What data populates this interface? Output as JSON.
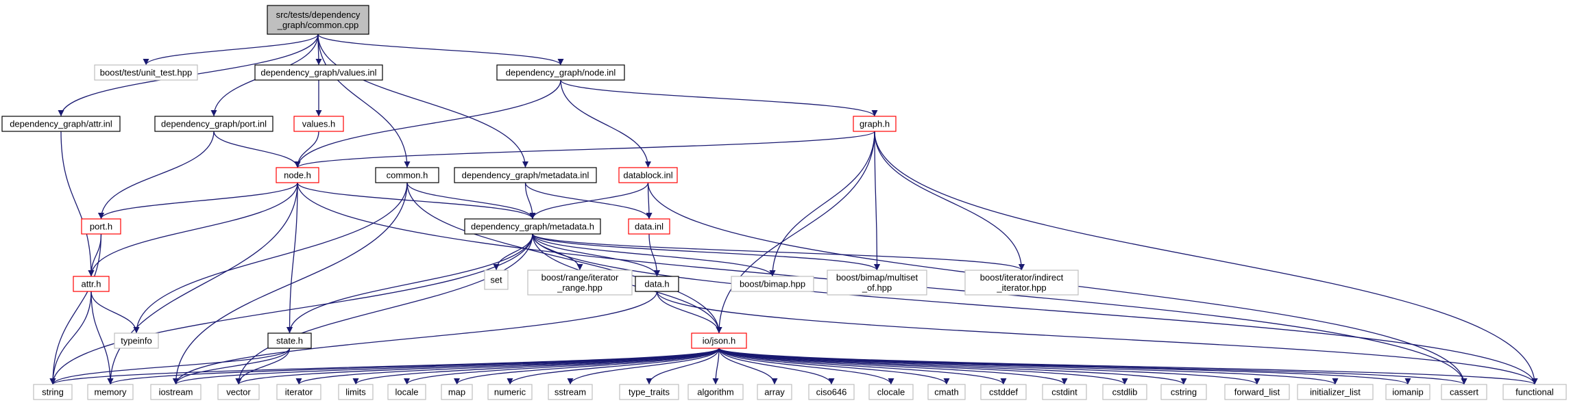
{
  "graph": {
    "nodes": [
      {
        "id": "root",
        "label": [
          "src/tests/dependency",
          "_graph/common.cpp"
        ],
        "style": "root"
      },
      {
        "id": "unit_test",
        "label": [
          "boost/test/unit_test.hpp"
        ],
        "style": "external"
      },
      {
        "id": "values_inl",
        "label": [
          "dependency_graph/values.inl"
        ],
        "style": "normal"
      },
      {
        "id": "node_inl",
        "label": [
          "dependency_graph/node.inl"
        ],
        "style": "normal"
      },
      {
        "id": "attr_inl",
        "label": [
          "dependency_graph/attr.inl"
        ],
        "style": "normal"
      },
      {
        "id": "port_inl",
        "label": [
          "dependency_graph/port.inl"
        ],
        "style": "normal"
      },
      {
        "id": "values_h",
        "label": [
          "values.h"
        ],
        "style": "truncated"
      },
      {
        "id": "graph_h",
        "label": [
          "graph.h"
        ],
        "style": "truncated"
      },
      {
        "id": "node_h",
        "label": [
          "node.h"
        ],
        "style": "truncated"
      },
      {
        "id": "common_h",
        "label": [
          "common.h"
        ],
        "style": "normal"
      },
      {
        "id": "metadata_inl",
        "label": [
          "dependency_graph/metadata.inl"
        ],
        "style": "normal"
      },
      {
        "id": "datablock_inl",
        "label": [
          "datablock.inl"
        ],
        "style": "truncated"
      },
      {
        "id": "port_h",
        "label": [
          "port.h"
        ],
        "style": "truncated"
      },
      {
        "id": "metadata_h",
        "label": [
          "dependency_graph/metadata.h"
        ],
        "style": "normal"
      },
      {
        "id": "data_inl",
        "label": [
          "data.inl"
        ],
        "style": "truncated"
      },
      {
        "id": "attr_h",
        "label": [
          "attr.h"
        ],
        "style": "truncated"
      },
      {
        "id": "set",
        "label": [
          "set"
        ],
        "style": "external"
      },
      {
        "id": "iterator_range",
        "label": [
          "boost/range/iterator",
          "_range.hpp"
        ],
        "style": "external"
      },
      {
        "id": "data_h",
        "label": [
          "data.h"
        ],
        "style": "normal"
      },
      {
        "id": "bimap",
        "label": [
          "boost/bimap.hpp"
        ],
        "style": "external"
      },
      {
        "id": "multiset_of",
        "label": [
          "boost/bimap/multiset",
          "_of.hpp"
        ],
        "style": "external"
      },
      {
        "id": "indirect_iterator",
        "label": [
          "boost/iterator/indirect",
          "_iterator.hpp"
        ],
        "style": "external"
      },
      {
        "id": "typeinfo",
        "label": [
          "typeinfo"
        ],
        "style": "external"
      },
      {
        "id": "state_h",
        "label": [
          "state.h"
        ],
        "style": "normal"
      },
      {
        "id": "json_h",
        "label": [
          "io/json.h"
        ],
        "style": "truncated"
      },
      {
        "id": "string",
        "label": [
          "string"
        ],
        "style": "external"
      },
      {
        "id": "memory",
        "label": [
          "memory"
        ],
        "style": "external"
      },
      {
        "id": "iostream",
        "label": [
          "iostream"
        ],
        "style": "external"
      },
      {
        "id": "vector",
        "label": [
          "vector"
        ],
        "style": "external"
      },
      {
        "id": "iterator",
        "label": [
          "iterator"
        ],
        "style": "external"
      },
      {
        "id": "limits",
        "label": [
          "limits"
        ],
        "style": "external"
      },
      {
        "id": "locale",
        "label": [
          "locale"
        ],
        "style": "external"
      },
      {
        "id": "map",
        "label": [
          "map"
        ],
        "style": "external"
      },
      {
        "id": "numeric",
        "label": [
          "numeric"
        ],
        "style": "external"
      },
      {
        "id": "sstream",
        "label": [
          "sstream"
        ],
        "style": "external"
      },
      {
        "id": "type_traits",
        "label": [
          "type_traits"
        ],
        "style": "external"
      },
      {
        "id": "algorithm",
        "label": [
          "algorithm"
        ],
        "style": "external"
      },
      {
        "id": "array",
        "label": [
          "array"
        ],
        "style": "external"
      },
      {
        "id": "ciso646",
        "label": [
          "ciso646"
        ],
        "style": "external"
      },
      {
        "id": "clocale",
        "label": [
          "clocale"
        ],
        "style": "external"
      },
      {
        "id": "cmath",
        "label": [
          "cmath"
        ],
        "style": "external"
      },
      {
        "id": "cstddef",
        "label": [
          "cstddef"
        ],
        "style": "external"
      },
      {
        "id": "cstdint",
        "label": [
          "cstdint"
        ],
        "style": "external"
      },
      {
        "id": "cstdlib",
        "label": [
          "cstdlib"
        ],
        "style": "external"
      },
      {
        "id": "cstring",
        "label": [
          "cstring"
        ],
        "style": "external"
      },
      {
        "id": "forward_list",
        "label": [
          "forward_list"
        ],
        "style": "external"
      },
      {
        "id": "initializer_list",
        "label": [
          "initializer_list"
        ],
        "style": "external"
      },
      {
        "id": "iomanip",
        "label": [
          "iomanip"
        ],
        "style": "external"
      },
      {
        "id": "cassert",
        "label": [
          "cassert"
        ],
        "style": "external"
      },
      {
        "id": "functional",
        "label": [
          "functional"
        ],
        "style": "external"
      }
    ],
    "edges": [
      [
        "root",
        "attr_inl"
      ],
      [
        "root",
        "unit_test"
      ],
      [
        "root",
        "port_inl"
      ],
      [
        "root",
        "values_inl"
      ],
      [
        "root",
        "common_h"
      ],
      [
        "root",
        "metadata_inl"
      ],
      [
        "root",
        "node_inl"
      ],
      [
        "values_inl",
        "values_h"
      ],
      [
        "node_inl",
        "node_h"
      ],
      [
        "node_inl",
        "datablock_inl"
      ],
      [
        "node_inl",
        "graph_h"
      ],
      [
        "attr_inl",
        "attr_h"
      ],
      [
        "port_inl",
        "node_h"
      ],
      [
        "port_inl",
        "port_h"
      ],
      [
        "values_h",
        "node_h"
      ],
      [
        "graph_h",
        "node_h"
      ],
      [
        "graph_h",
        "bimap"
      ],
      [
        "graph_h",
        "multiset_of"
      ],
      [
        "graph_h",
        "indirect_iterator"
      ],
      [
        "graph_h",
        "json_h"
      ],
      [
        "graph_h",
        "functional"
      ],
      [
        "node_h",
        "port_h"
      ],
      [
        "node_h",
        "attr_h"
      ],
      [
        "node_h",
        "metadata_h"
      ],
      [
        "node_h",
        "state_h"
      ],
      [
        "node_h",
        "memory"
      ],
      [
        "node_h",
        "cassert"
      ],
      [
        "common_h",
        "metadata_h"
      ],
      [
        "common_h",
        "typeinfo"
      ],
      [
        "common_h",
        "iostream"
      ],
      [
        "common_h",
        "json_h"
      ],
      [
        "metadata_inl",
        "metadata_h"
      ],
      [
        "metadata_inl",
        "data_inl"
      ],
      [
        "datablock_inl",
        "metadata_h"
      ],
      [
        "datablock_inl",
        "data_inl"
      ],
      [
        "datablock_inl",
        "cassert"
      ],
      [
        "port_h",
        "attr_h"
      ],
      [
        "port_h",
        "string"
      ],
      [
        "metadata_h",
        "set"
      ],
      [
        "metadata_h",
        "iterator_range"
      ],
      [
        "metadata_h",
        "data_h"
      ],
      [
        "metadata_h",
        "bimap"
      ],
      [
        "metadata_h",
        "multiset_of"
      ],
      [
        "metadata_h",
        "indirect_iterator"
      ],
      [
        "metadata_h",
        "state_h"
      ],
      [
        "metadata_h",
        "string"
      ],
      [
        "metadata_h",
        "vector"
      ],
      [
        "metadata_h",
        "json_h"
      ],
      [
        "metadata_h",
        "functional"
      ],
      [
        "data_inl",
        "data_h"
      ],
      [
        "attr_h",
        "typeinfo"
      ],
      [
        "attr_h",
        "string"
      ],
      [
        "attr_h",
        "memory"
      ],
      [
        "data_h",
        "json_h"
      ],
      [
        "data_h",
        "iostream"
      ],
      [
        "data_h",
        "functional"
      ],
      [
        "state_h",
        "string"
      ],
      [
        "state_h",
        "iostream"
      ],
      [
        "state_h",
        "vector"
      ],
      [
        "json_h",
        "string"
      ],
      [
        "json_h",
        "memory"
      ],
      [
        "json_h",
        "iostream"
      ],
      [
        "json_h",
        "vector"
      ],
      [
        "json_h",
        "iterator"
      ],
      [
        "json_h",
        "limits"
      ],
      [
        "json_h",
        "locale"
      ],
      [
        "json_h",
        "map"
      ],
      [
        "json_h",
        "numeric"
      ],
      [
        "json_h",
        "sstream"
      ],
      [
        "json_h",
        "type_traits"
      ],
      [
        "json_h",
        "algorithm"
      ],
      [
        "json_h",
        "array"
      ],
      [
        "json_h",
        "ciso646"
      ],
      [
        "json_h",
        "clocale"
      ],
      [
        "json_h",
        "cmath"
      ],
      [
        "json_h",
        "cstddef"
      ],
      [
        "json_h",
        "cstdint"
      ],
      [
        "json_h",
        "cstdlib"
      ],
      [
        "json_h",
        "cstring"
      ],
      [
        "json_h",
        "forward_list"
      ],
      [
        "json_h",
        "initializer_list"
      ],
      [
        "json_h",
        "iomanip"
      ],
      [
        "json_h",
        "cassert"
      ],
      [
        "json_h",
        "functional"
      ]
    ]
  },
  "colors": {
    "edge": "#191970",
    "root_fill": "#bfbfbf",
    "normal_border": "#000000",
    "truncated_border": "#ff0000",
    "external_border": "#bfbfbf",
    "text": "#000000"
  }
}
